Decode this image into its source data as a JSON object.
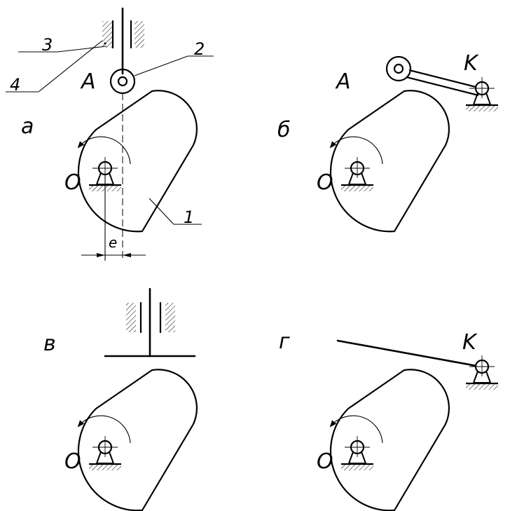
{
  "labels": {
    "a": "а",
    "b": "б",
    "v": "в",
    "g": "г",
    "A": "A",
    "K": "K",
    "O": "O",
    "e": "e",
    "n1": "1",
    "n2": "2",
    "n3": "3",
    "n4": "4"
  },
  "colors": {
    "line": "#000000",
    "background": "#ffffff"
  }
}
